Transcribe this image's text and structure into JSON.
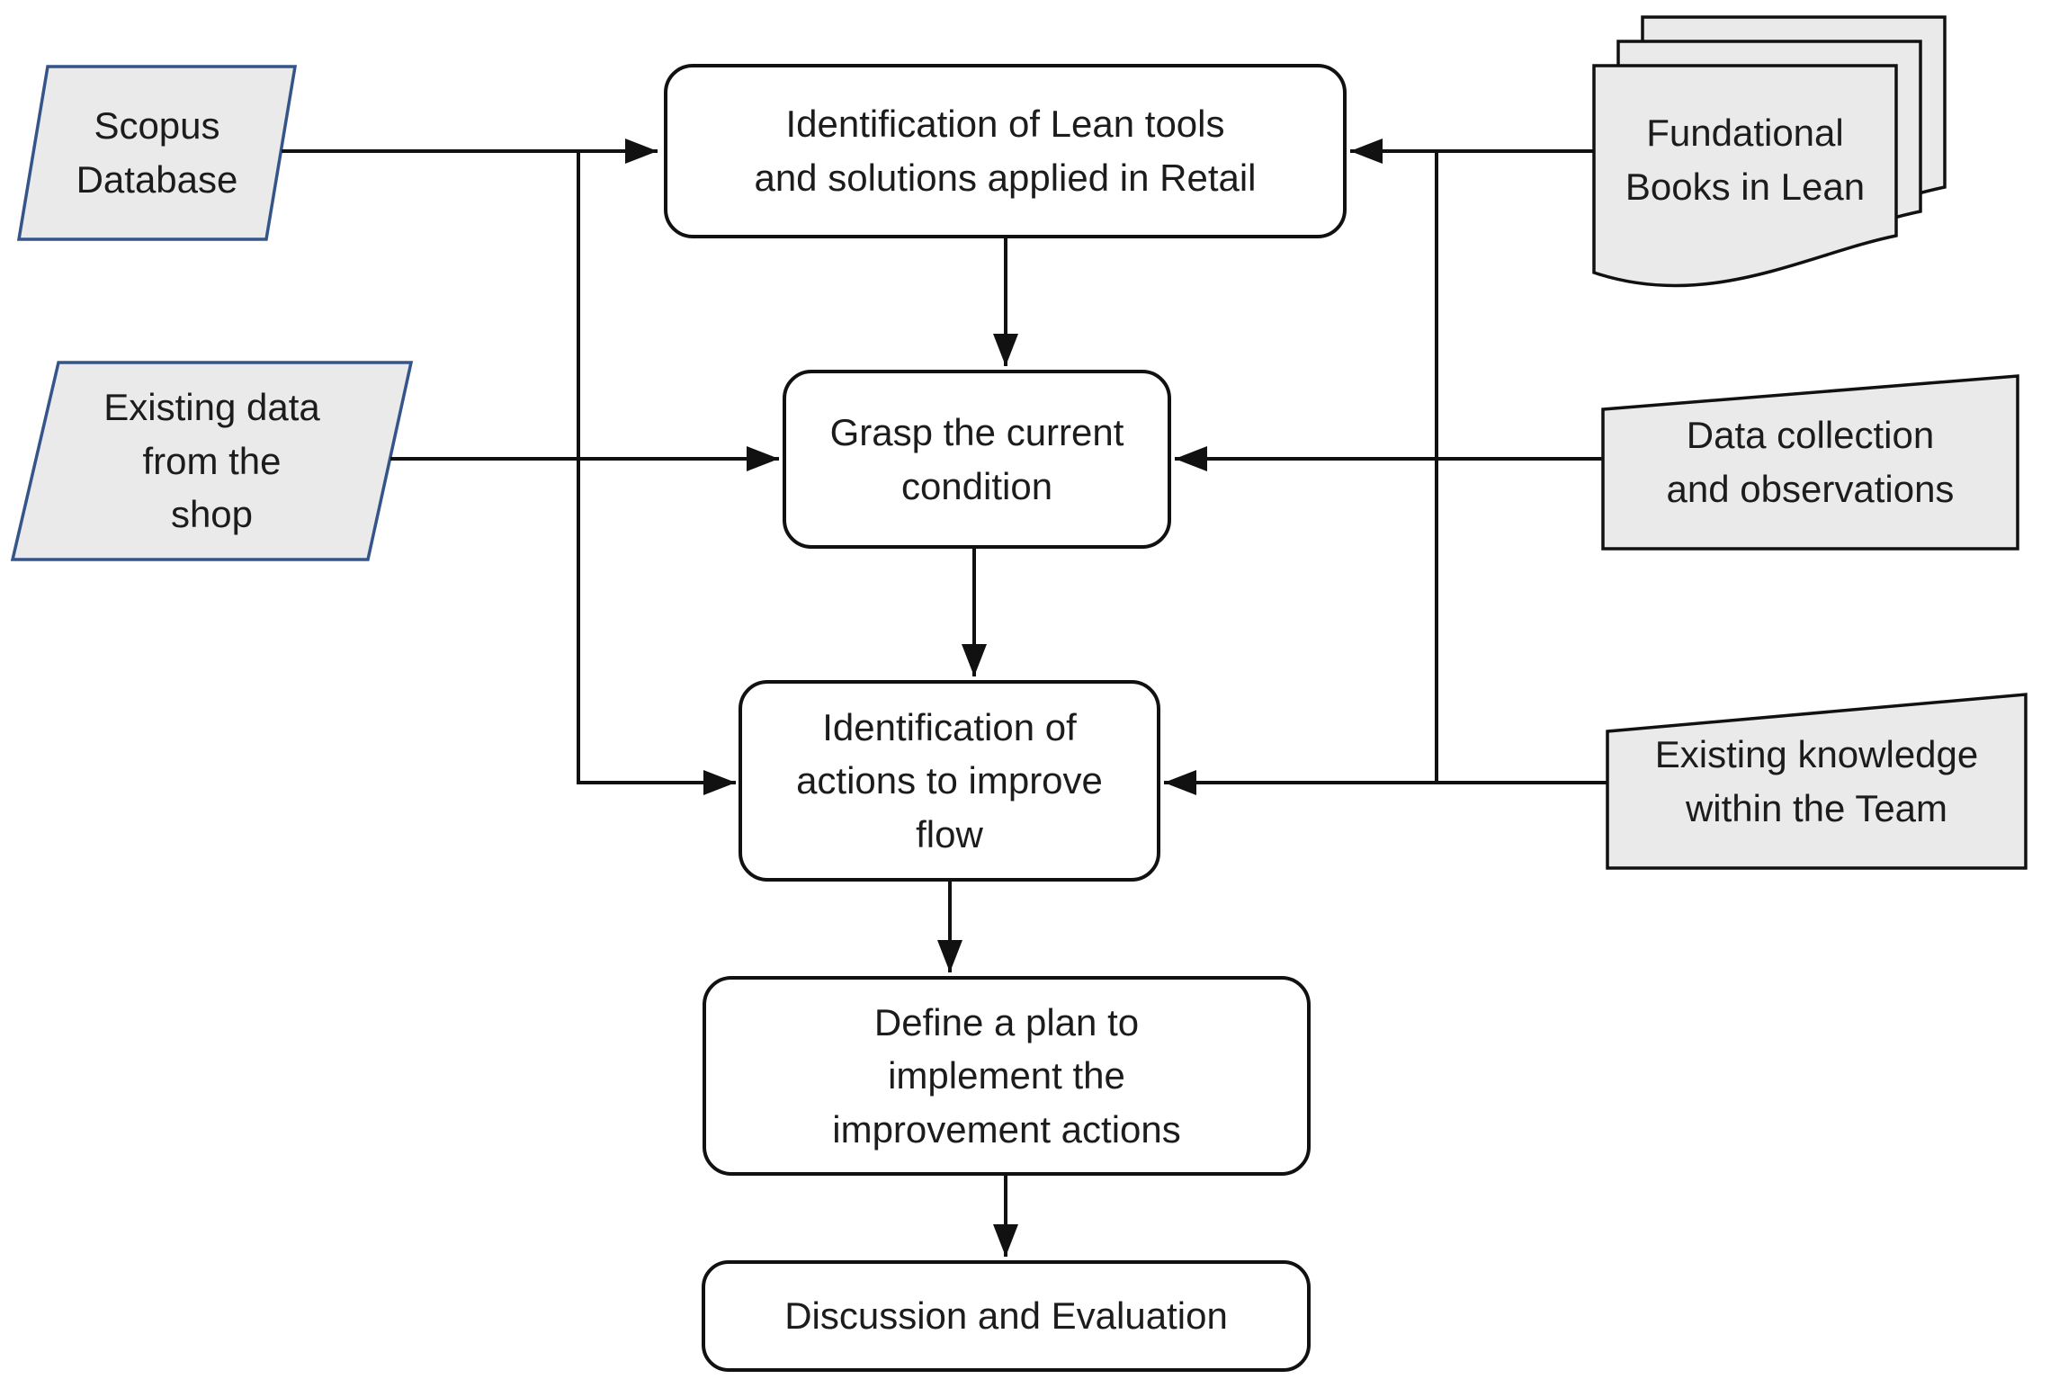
{
  "diagram": {
    "type": "flowchart",
    "process_boxes": {
      "identify_lean_tools": {
        "label": "Identification of Lean tools\nand solutions applied in Retail"
      },
      "grasp_current_condition": {
        "label": "Grasp the current\ncondition"
      },
      "identify_actions": {
        "label": "Identification of\nactions to improve\nflow"
      },
      "define_plan": {
        "label": "Define a plan to\nimplement the\nimprovement actions"
      },
      "discussion_evaluation": {
        "label": "Discussion and Evaluation"
      }
    },
    "input_shapes": {
      "scopus_database": {
        "label": "Scopus\nDatabase",
        "shape": "parallelogram"
      },
      "existing_shop_data": {
        "label": "Existing data\nfrom the\nshop",
        "shape": "parallelogram"
      }
    },
    "source_shapes": {
      "fundational_books": {
        "label": "Fundational\nBooks in Lean",
        "shape": "multi-document"
      },
      "data_collection": {
        "label": "Data collection\nand observations",
        "shape": "slanted-card"
      },
      "existing_knowledge": {
        "label": "Existing knowledge\nwithin the Team",
        "shape": "slanted-card"
      }
    },
    "colors": {
      "background": "#ffffff",
      "box_fill": "#ffffff",
      "box_border": "#111111",
      "gray_fill": "#eaeaea",
      "blue_border": "#35558a",
      "arrow": "#111111",
      "text": "#1c1c1c"
    }
  }
}
